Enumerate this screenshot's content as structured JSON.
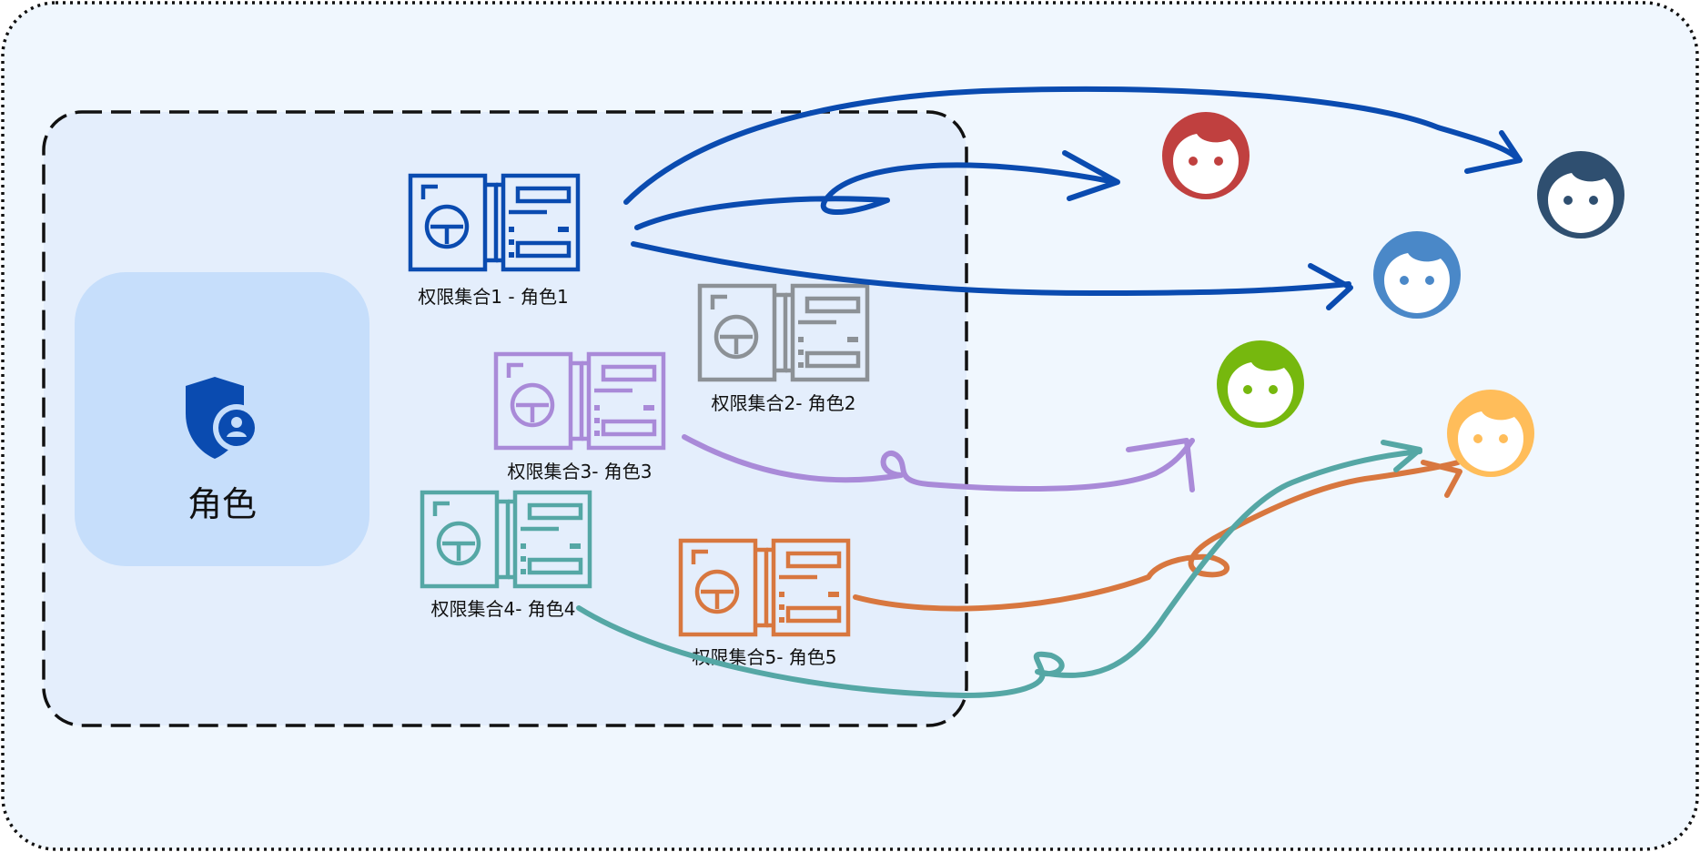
{
  "role_card": {
    "label": "角色",
    "icon": "shield-user-icon",
    "background": "#c6defb",
    "icon_color": "#0a4bb0"
  },
  "permission_sets": [
    {
      "label": "权限集合1 - 角色1",
      "color": "#0a4bb0",
      "icon": "card-reader-icon"
    },
    {
      "label": "权限集合2- 角色2",
      "color": "#8c9196",
      "icon": "card-reader-icon"
    },
    {
      "label": "权限集合3- 角色3",
      "color": "#a98ad8",
      "icon": "card-reader-icon"
    },
    {
      "label": "权限集合4- 角色4",
      "color": "#55a7a5",
      "icon": "card-reader-icon"
    },
    {
      "label": "权限集合5- 角色5",
      "color": "#d8773f",
      "icon": "card-reader-icon"
    }
  ],
  "users": [
    {
      "icon": "user-face-icon",
      "color": "#c0403f"
    },
    {
      "icon": "user-face-icon",
      "color": "#2f4f70"
    },
    {
      "icon": "user-face-icon",
      "color": "#4a88c8"
    },
    {
      "icon": "user-face-icon",
      "color": "#76b80e"
    },
    {
      "icon": "user-face-icon",
      "color": "#ffbd5a"
    }
  ],
  "colors": {
    "outer_background": "#f0f7fe",
    "group_background": "#e4eefc",
    "arrow_blue": "#0a4bb0",
    "arrow_purple": "#a98ad8",
    "arrow_orange": "#d8773f",
    "arrow_teal": "#55a7a5"
  }
}
